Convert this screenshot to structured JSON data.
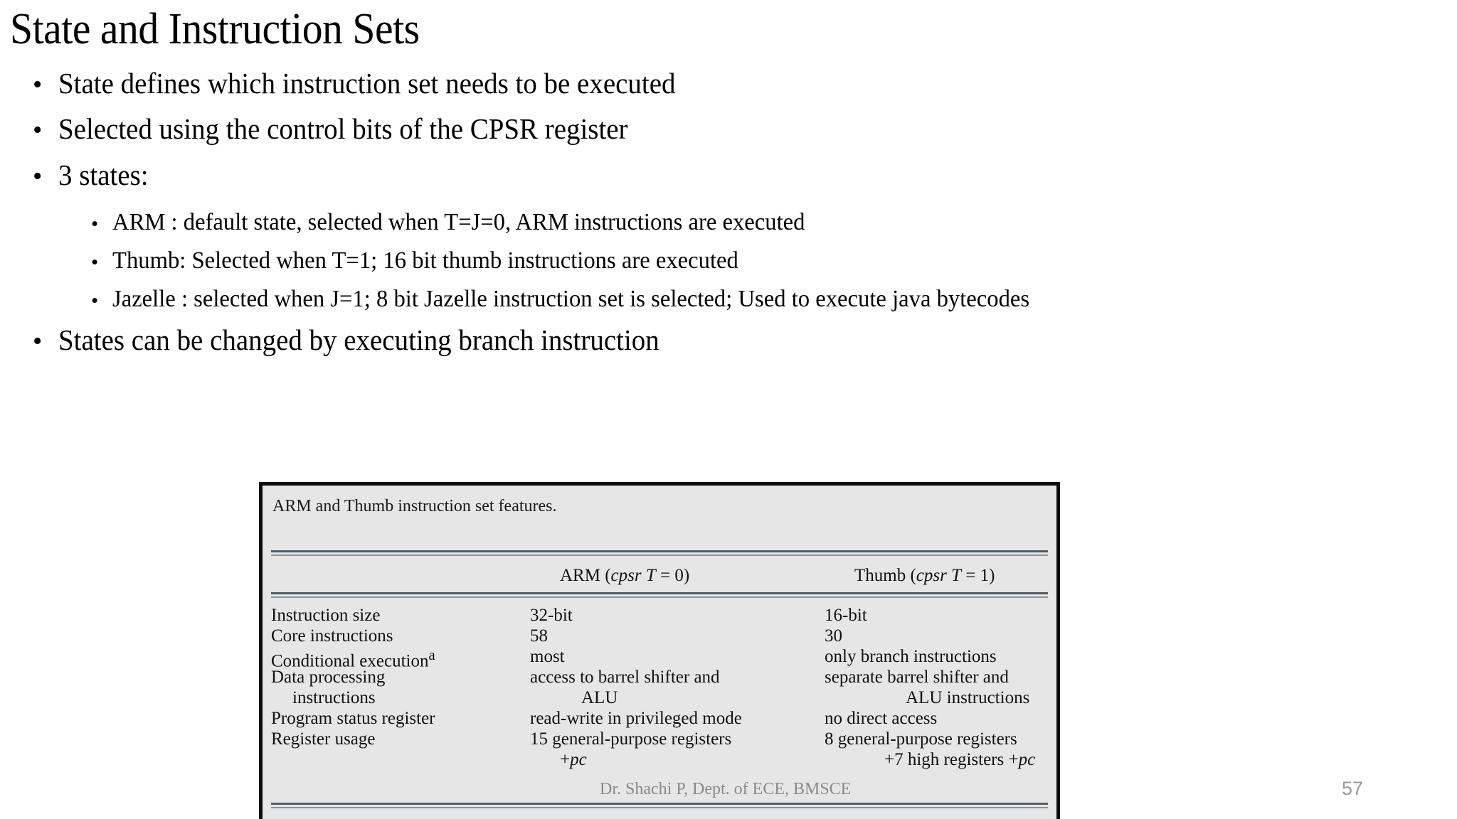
{
  "slide": {
    "title": "State and Instruction Sets",
    "page_number": "57",
    "footer": "Dr. Shachi P, Dept. of ECE, BMSCE",
    "bullet_glyph": "•"
  },
  "bullets": [
    {
      "level": 1,
      "text": "State defines which instruction set needs to be executed"
    },
    {
      "level": 1,
      "text": "Selected using the control bits of the CPSR register"
    },
    {
      "level": 1,
      "text": "3 states:"
    },
    {
      "level": 2,
      "text": "ARM : default state, selected when T=J=0, ARM instructions are executed"
    },
    {
      "level": 2,
      "text": "Thumb: Selected when T=1; 16 bit thumb instructions are executed"
    },
    {
      "level": 2,
      "text": "Jazelle : selected when J=1; 8 bit Jazelle instruction set is selected; Used to execute java bytecodes"
    },
    {
      "level": 1,
      "text": "States can be changed by executing branch instruction"
    }
  ],
  "figure": {
    "caption": "ARM and Thumb instruction set features.",
    "background_color": "#e6e6e6",
    "border_color": "#0d0d0d",
    "headers": {
      "feature": "",
      "arm_prefix": "ARM (",
      "arm_italic": "cpsr T",
      "arm_suffix": " = 0)",
      "thumb_prefix": "Thumb (",
      "thumb_italic": "cpsr T",
      "thumb_suffix": " = 1)"
    },
    "rows": [
      {
        "feature": "Instruction size",
        "arm": "32-bit",
        "thumb": "16-bit"
      },
      {
        "feature": "Core instructions",
        "arm": "58",
        "thumb": "30"
      },
      {
        "feature": "Conditional execution",
        "feature_sup": "a",
        "arm": "most",
        "thumb": "only branch instructions"
      },
      {
        "feature": "Data processing",
        "arm": "access to barrel shifter and",
        "thumb": "separate barrel shifter and"
      },
      {
        "feature": "instructions",
        "indent": true,
        "arm": "ALU",
        "arm_indent": true,
        "thumb": "ALU instructions",
        "thumb_indent": true
      },
      {
        "feature": "Program status register",
        "arm": "read-write in privileged mode",
        "thumb": "no direct access"
      },
      {
        "feature": "Register usage",
        "arm": "15 general-purpose registers",
        "thumb": "8 general-purpose registers"
      },
      {
        "feature": "",
        "arm_plus": "+",
        "arm_italic": "pc",
        "arm_indent": true,
        "thumb_plus": "+7 high registers +",
        "thumb_italic": "pc"
      }
    ]
  }
}
